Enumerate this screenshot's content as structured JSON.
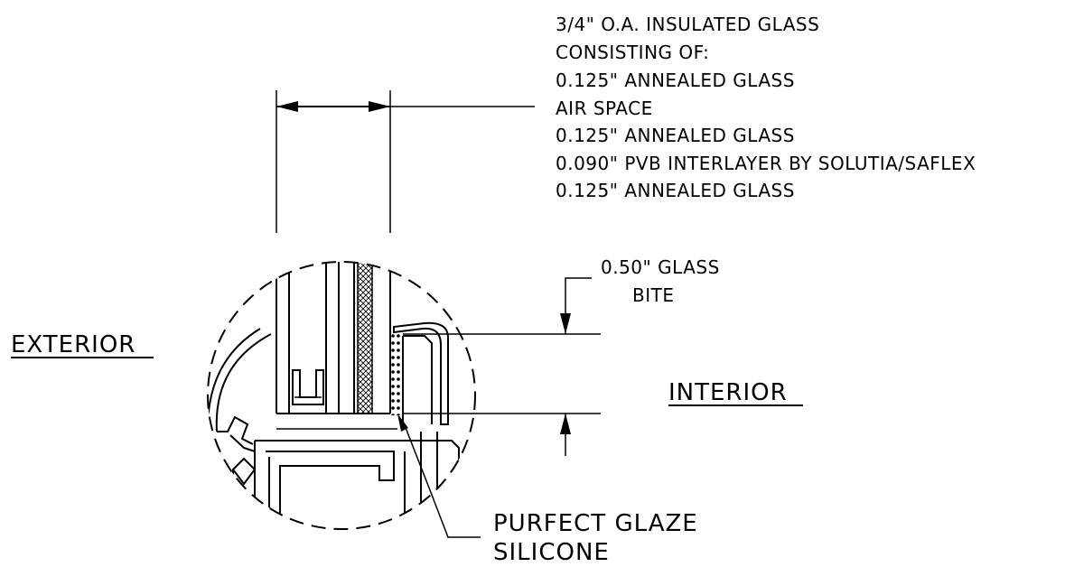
{
  "spec_lines": [
    "3/4\" O.A. INSULATED GLASS",
    "CONSISTING OF:",
    "0.125\" ANNEALED GLASS",
    "AIR SPACE",
    "0.125\" ANNEALED GLASS",
    "0.090\" PVB INTERLAYER BY SOLUTIA/SAFLEX",
    "0.125\" ANNEALED GLASS"
  ],
  "bite_label": [
    "0.50\" GLASS",
    "BITE"
  ],
  "exterior_label": "EXTERIOR",
  "interior_label": "INTERIOR",
  "silicone_label": [
    "PURFECT GLAZE",
    "SILICONE"
  ]
}
